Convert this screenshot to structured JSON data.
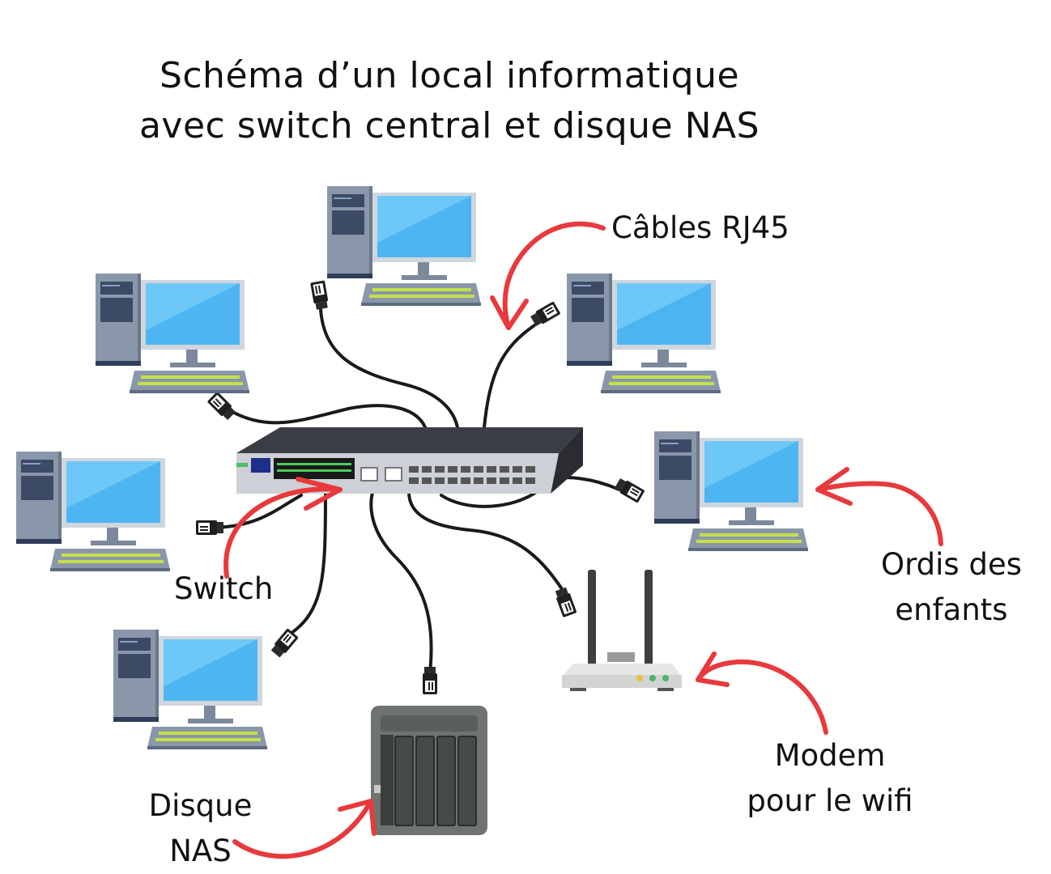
{
  "title": {
    "line1": "Schéma d’un local informatique",
    "line2": "avec switch central et disque NAS"
  },
  "labels": {
    "cables": "Câbles RJ45",
    "switch": "Switch",
    "kids_line1": "Ordis des",
    "kids_line2": "enfants",
    "modem_line1": "Modem",
    "modem_line2": "pour le wifi",
    "nas_line1": "Disque",
    "nas_line2": "NAS"
  },
  "colors": {
    "arrow": "#e8393c",
    "screen": "#4db6f2",
    "tower": "#8a97ab",
    "keyboard_key": "#c6e04a",
    "cable": "#1a1a1a",
    "switch_body": "#c9ccd3",
    "nas_body": "#6f7470"
  },
  "icons": [
    "computer-icon",
    "switch-icon",
    "router-icon",
    "nas-icon",
    "rj45-plug-icon"
  ]
}
